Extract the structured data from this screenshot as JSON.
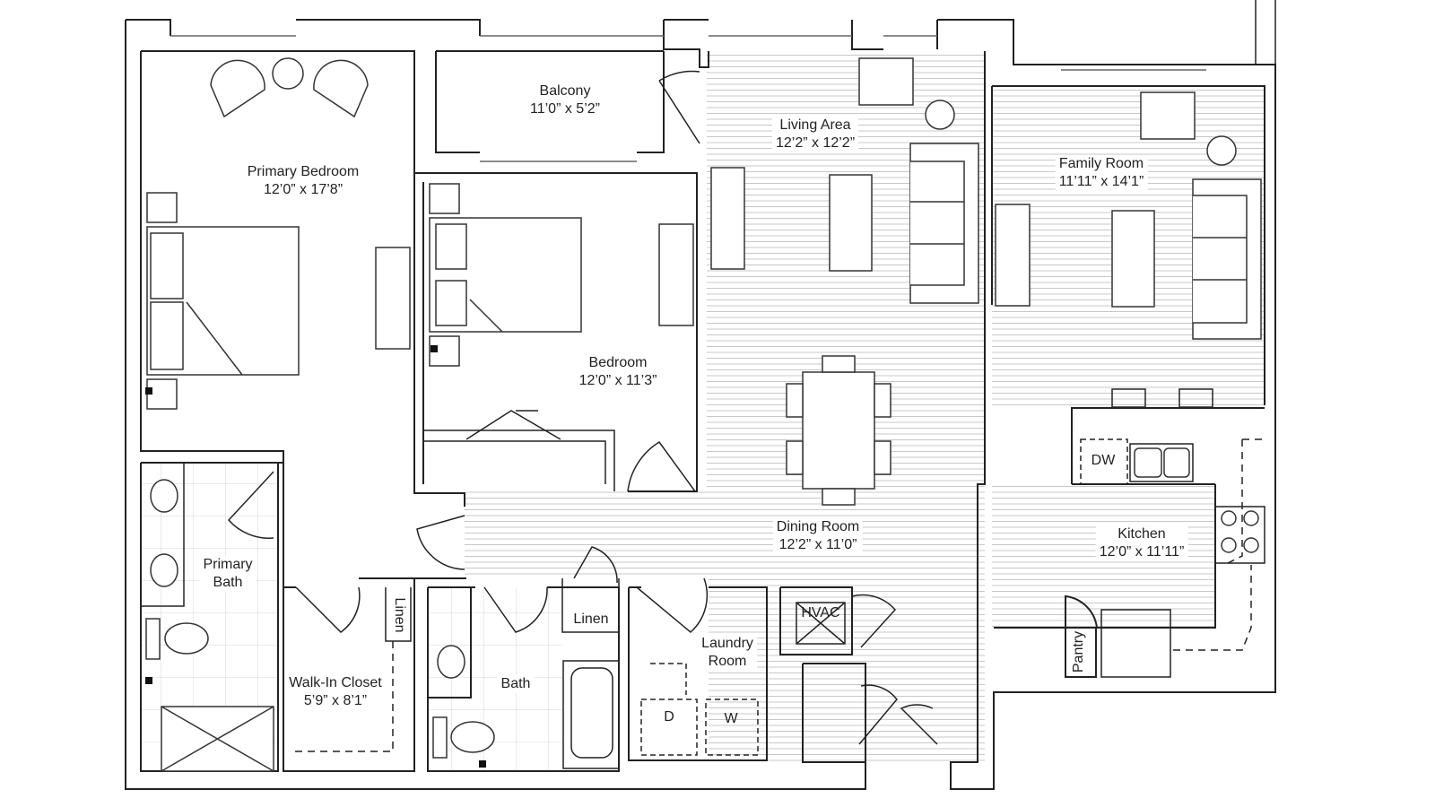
{
  "plan": {
    "rooms": {
      "primary_bedroom": {
        "name": "Primary Bedroom",
        "dims": "12’0” x 17’8”"
      },
      "balcony": {
        "name": "Balcony",
        "dims": "11’0” x 5’2”"
      },
      "living_area": {
        "name": "Living Area",
        "dims": "12’2” x 12’2”"
      },
      "family_room": {
        "name": "Family Room",
        "dims": "11’11” x 14’1”"
      },
      "bedroom": {
        "name": "Bedroom",
        "dims": "12’0” x 11’3”"
      },
      "dining_room": {
        "name": "Dining Room",
        "dims": "12’2” x 11’0”"
      },
      "kitchen": {
        "name": "Kitchen",
        "dims": "12’0” x 11’11”"
      },
      "primary_bath": {
        "name1": "Primary",
        "name2": "Bath"
      },
      "walk_in_closet": {
        "name": "Walk-In Closet",
        "dims": "5’9” x 8’1”"
      },
      "bath": {
        "name": "Bath"
      },
      "laundry_room": {
        "name1": "Laundry",
        "name2": "Room"
      }
    },
    "fixtures": {
      "linen_closet_1": "Linen",
      "linen_closet_2": "Linen",
      "hvac": "HVAC",
      "dishwasher": "DW",
      "dryer": "D",
      "washer": "W",
      "pantry": "Pantry"
    },
    "colors": {
      "wall": "#222222",
      "hatch": "#c8c8c8",
      "tile": "#d6d6d6"
    }
  }
}
